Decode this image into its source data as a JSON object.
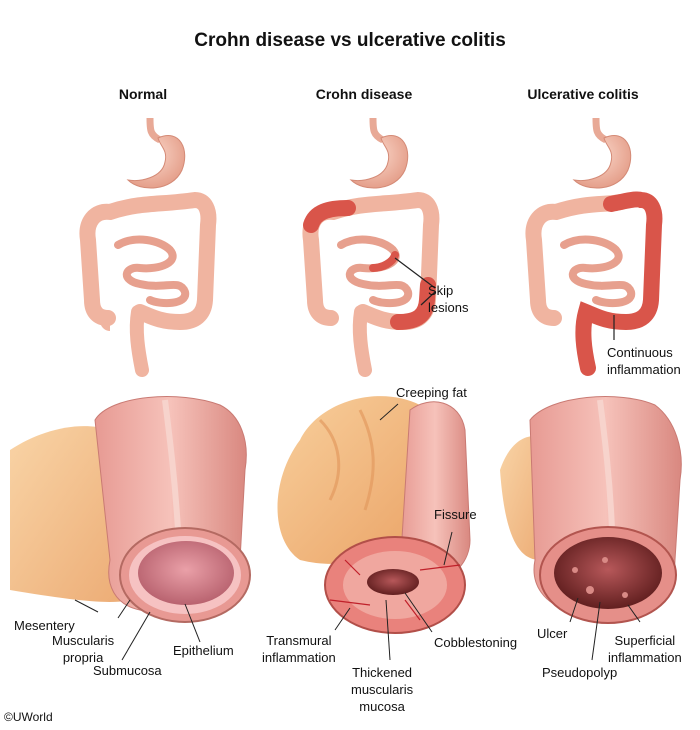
{
  "title": "Crohn disease vs ulcerative colitis",
  "columns": {
    "normal": "Normal",
    "crohn": "Crohn disease",
    "uc": "Ulcerative colitis"
  },
  "labels": {
    "skip_lesions": "Skip\nlesions",
    "continuous_inflammation": "Continuous\ninflammation",
    "creeping_fat": "Creeping fat",
    "fissure": "Fissure",
    "mesentery": "Mesentery",
    "muscularis_propria": "Muscularis\npropria",
    "epithelium": "Epithelium",
    "submucosa": "Submucosa",
    "transmural_inflammation": "Transmural\ninflammation",
    "thickened_muscularis_mucosa": "Thickened\nmuscularis\nmucosa",
    "cobblestoning": "Cobblestoning",
    "ulcer": "Ulcer",
    "superficial_inflammation": "Superficial\ninflammation",
    "pseudopolyp": "Pseudopolyp"
  },
  "copyright": "©UWorld",
  "colors": {
    "normal_tissue": "#f0b4a0",
    "inflamed_tissue": "#d9554a",
    "fat": "#f3b777",
    "lumen": "#7a2a26"
  }
}
